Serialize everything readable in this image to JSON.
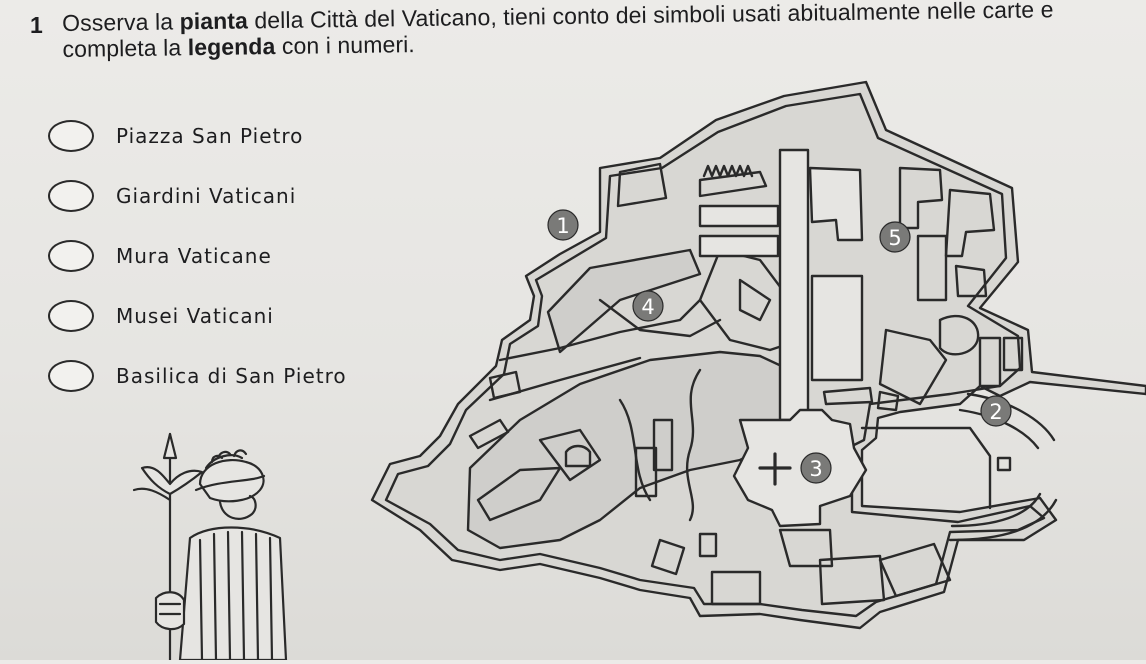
{
  "exercise": {
    "number": "1",
    "instruction_parts": [
      "Osserva la ",
      "pianta",
      " della Città del Vaticano, tieni conto dei simboli usati abitualmente nelle carte e completa la ",
      "legenda",
      " con i numeri."
    ]
  },
  "legend": {
    "items": [
      {
        "label": "Piazza San Pietro",
        "answer": ""
      },
      {
        "label": "Giardini Vaticani",
        "answer": ""
      },
      {
        "label": "Mura Vaticane",
        "answer": ""
      },
      {
        "label": "Musei Vaticani",
        "answer": ""
      },
      {
        "label": "Basilica di San Pietro",
        "answer": ""
      }
    ]
  },
  "map": {
    "markers": [
      {
        "number": "1"
      },
      {
        "number": "2"
      },
      {
        "number": "3"
      },
      {
        "number": "4"
      },
      {
        "number": "5"
      }
    ],
    "colors": {
      "ink": "#2a2a2a",
      "wall_fill": "#c9c8c4",
      "garden_fill": "#d3d2ce",
      "marker": "#7a7a78"
    }
  }
}
